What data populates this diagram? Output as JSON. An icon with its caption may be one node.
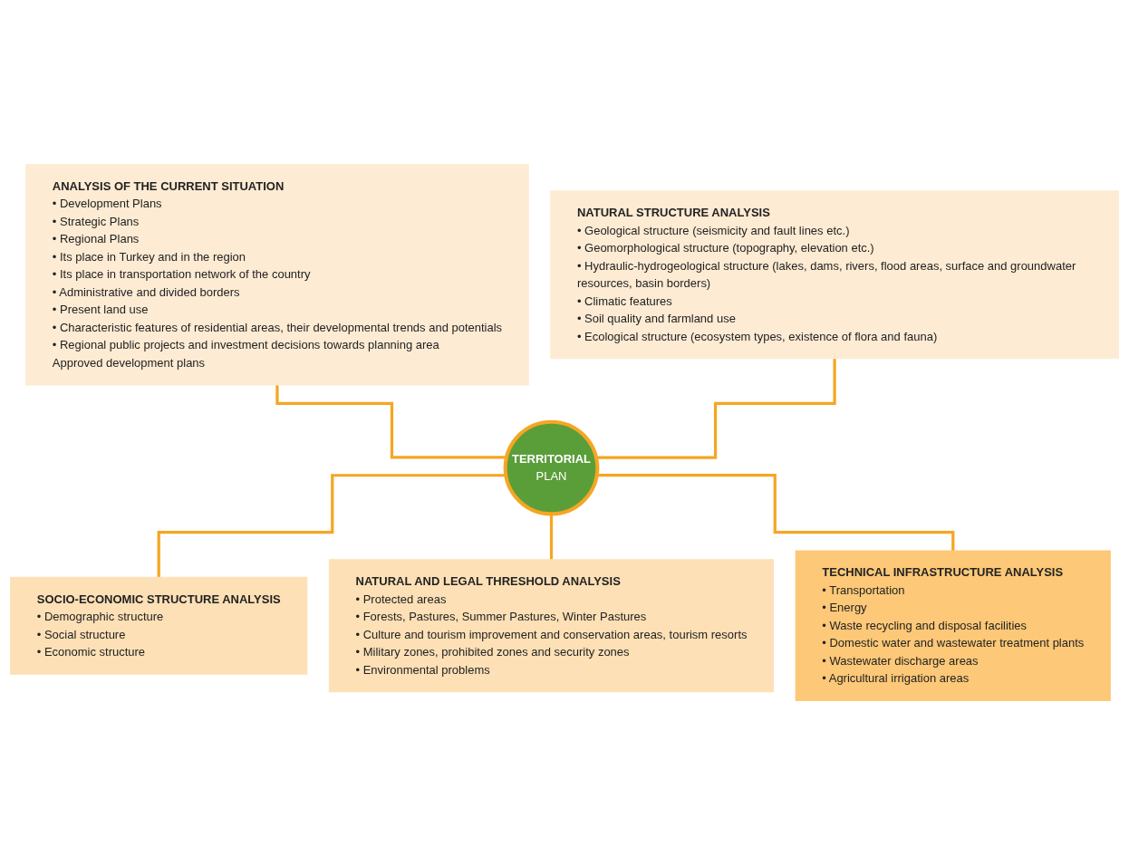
{
  "diagram": {
    "nodes": [
      {
        "text": [
          "ANALYSIS OF THE CURRENT SITUATION",
          "• Development Plans",
          "• Strategic Plans",
          "• Regional Plans",
          "• Its place in Turkey and in the region",
          "• Its place in transportation network of the country",
          "• Administrative and divided borders",
          "• Present land use",
          "• Characteristic features of residential areas, their developmental trends and potentials",
          "• Regional public projects and investment decisions towards planning area",
          "Approved development plans"
        ]
      },
      {
        "text": [
          "NATURAL STRUCTURE ANALYSIS",
          "• Geological structure (seismicity and fault lines etc.)",
          "• Geomorphological structure (topography, elevation etc.)",
          "• Hydraulic-hydrogeological structure (lakes, dams, rivers, flood areas, surface and groundwater resources, basin borders)",
          "• Climatic features",
          "• Soil quality and farmland use",
          "• Ecological structure (ecosystem types, existence of flora and fauna)"
        ]
      },
      {
        "text": [
          "TERRITORIAL",
          "PLAN"
        ]
      },
      {
        "text": [
          "SOCIO-ECONOMIC STRUCTURE ANALYSIS",
          "• Demographic structure",
          "• Social structure",
          "• Economic structure"
        ]
      },
      {
        "text": [
          "NATURAL AND LEGAL THRESHOLD ANALYSIS",
          "• Protected areas",
          "• Forests, Pastures, Summer Pastures, Winter Pastures",
          "• Culture and tourism improvement and conservation areas, tourism resorts",
          "• Military zones, prohibited zones and security zones",
          "• Environmental problems"
        ]
      },
      {
        "text": [
          "TECHNICAL INFRASTRUCTURE ANALYSIS",
          "• Transportation",
          "• Energy",
          "• Waste recycling and disposal facilities",
          "• Domestic water and wastewater treatment plants",
          "• Wastewater discharge areas",
          "• Agricultural irrigation areas"
        ]
      }
    ],
    "edges": [
      {
        "from": 0,
        "to": 2,
        "arrow": "none"
      },
      {
        "from": 1,
        "to": 2,
        "arrow": "none"
      },
      {
        "from": 2,
        "to": 3,
        "arrow": "none"
      },
      {
        "from": 2,
        "to": 4,
        "arrow": "none"
      },
      {
        "from": 2,
        "to": 5,
        "arrow": "none"
      }
    ]
  }
}
